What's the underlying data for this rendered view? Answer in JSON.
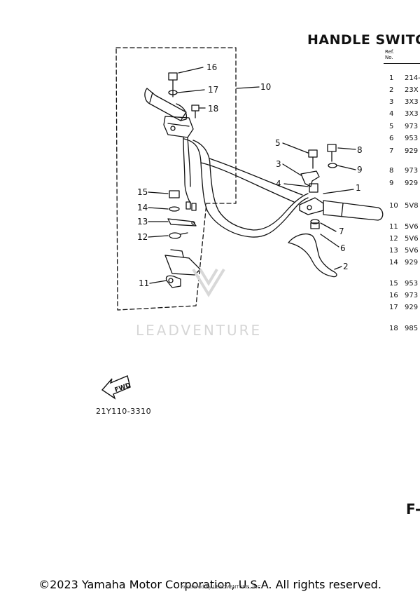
{
  "page": {
    "title": "HANDLE SWITCH",
    "ref_header": [
      "Ref.",
      "No."
    ],
    "page_code": "F-",
    "figure_code": "21Y110-3310",
    "fwd_label": "FWD",
    "watermark": "LEADVENTURE",
    "copyright": "©2023 Yamaha Motor Corporation, U.S.A. All rights reserved.",
    "rendered_by": "Rendered by LEADVENTURE, INC."
  },
  "ref_rows": [
    {
      "no": "1",
      "part": "214-"
    },
    {
      "no": "2",
      "part": "23X"
    },
    {
      "no": "3",
      "part": "3X3"
    },
    {
      "no": "4",
      "part": "3X3"
    },
    {
      "no": "5",
      "part": "973"
    },
    {
      "no": "6",
      "part": "953"
    },
    {
      "no": "7",
      "part": "929"
    },
    {
      "no": "8",
      "part": "973"
    },
    {
      "no": "9",
      "part": "929"
    },
    {
      "no": "10",
      "part": "5V8"
    },
    {
      "no": "11",
      "part": "5V6"
    },
    {
      "no": "12",
      "part": "5V6"
    },
    {
      "no": "13",
      "part": "5V6"
    },
    {
      "no": "14",
      "part": "929"
    },
    {
      "no": "15",
      "part": "953"
    },
    {
      "no": "16",
      "part": "973"
    },
    {
      "no": "17",
      "part": "929"
    },
    {
      "no": "18",
      "part": "985"
    }
  ],
  "callouts": [
    {
      "label": "16"
    },
    {
      "label": "17"
    },
    {
      "label": "18"
    },
    {
      "label": "10"
    },
    {
      "label": "5"
    },
    {
      "label": "8"
    },
    {
      "label": "3"
    },
    {
      "label": "9"
    },
    {
      "label": "4"
    },
    {
      "label": "1"
    },
    {
      "label": "15"
    },
    {
      "label": "14"
    },
    {
      "label": "13"
    },
    {
      "label": "7"
    },
    {
      "label": "12"
    },
    {
      "label": "6"
    },
    {
      "label": "2"
    },
    {
      "label": "11"
    }
  ]
}
